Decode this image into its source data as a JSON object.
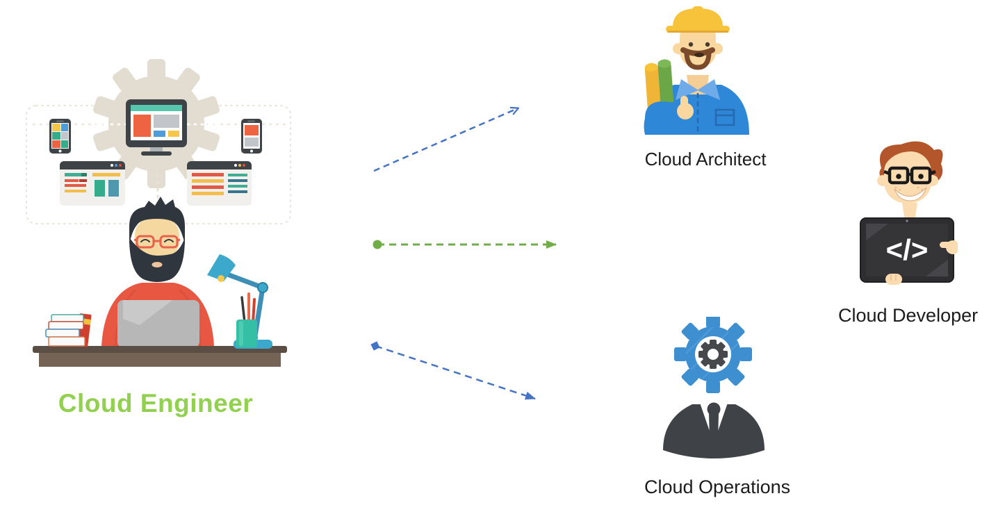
{
  "diagram": {
    "background_color": "#FFFFFF",
    "cloud_engineer": {
      "label": "Cloud Engineer",
      "label_color": "#92D050"
    },
    "cloud_architect": {
      "label": "Cloud Architect"
    },
    "cloud_developer": {
      "label": "Cloud Developer",
      "tablet_code": "</>"
    },
    "cloud_operations": {
      "label": "Cloud Operations"
    },
    "edges": [
      {
        "from": "Cloud Engineer",
        "to": "Cloud Architect",
        "style": "dashed",
        "color": "#4472C4",
        "start_marker": "none",
        "end_marker": "open-arrowhead"
      },
      {
        "from": "Cloud Engineer",
        "to": "Cloud Developer",
        "style": "dashed",
        "color": "#70AD47",
        "start_marker": "dot",
        "end_marker": "solid-arrowhead"
      },
      {
        "from": "Cloud Engineer",
        "to": "Cloud Operations",
        "style": "dashed",
        "color": "#4472C4",
        "start_marker": "diamond",
        "end_marker": "solid-arrowhead"
      }
    ]
  }
}
